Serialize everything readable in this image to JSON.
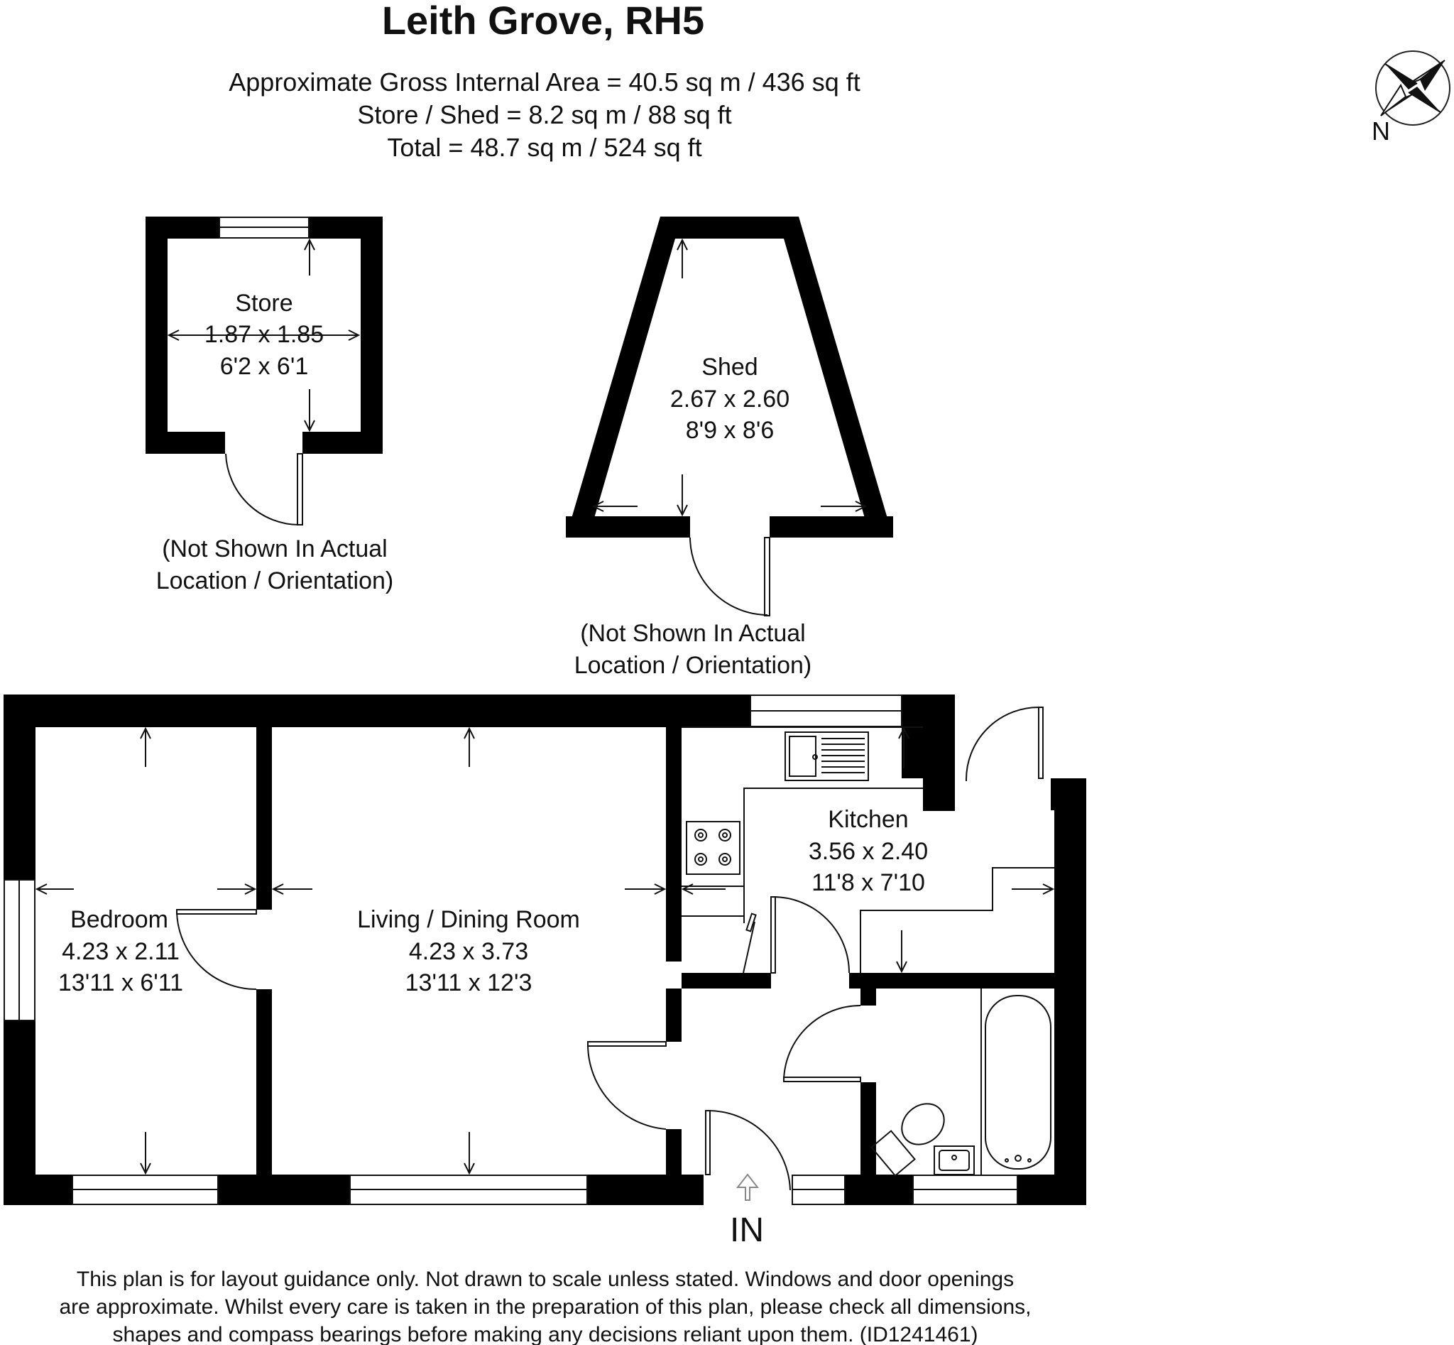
{
  "header": {
    "title": "Leith Grove, RH5",
    "area_lines": [
      "Approximate Gross Internal Area = 40.5 sq m / 436 sq ft",
      "Store / Shed = 8.2 sq m / 88 sq ft",
      "Total = 48.7 sq m / 524 sq ft"
    ]
  },
  "compass": {
    "label": "N",
    "icon": "compass-star-icon"
  },
  "rooms": {
    "store": {
      "name": "Store",
      "metric": "1.87 x 1.85",
      "imperial": "6'2 x 6'1"
    },
    "shed": {
      "name": "Shed",
      "metric": "2.67 x 2.60",
      "imperial": "8'9 x 8'6"
    },
    "kitchen": {
      "name": "Kitchen",
      "metric": "3.56 x 2.40",
      "imperial": "11'8 x 7'10"
    },
    "bedroom": {
      "name": "Bedroom",
      "metric": "4.23 x 2.11",
      "imperial": "13'11 x 6'11"
    },
    "living": {
      "name": "Living / Dining Room",
      "metric": "4.23 x 3.73",
      "imperial": "13'11 x 12'3"
    }
  },
  "notes": {
    "store_note": [
      "(Not Shown In Actual",
      "Location / Orientation)"
    ],
    "shed_note": [
      "(Not Shown In Actual",
      "Location / Orientation)"
    ]
  },
  "entrance": {
    "label": "IN"
  },
  "disclaimer": [
    "This plan is for layout guidance only. Not drawn to scale unless stated. Windows and door openings",
    "are approximate. Whilst every care is taken in the preparation of this plan, please check all dimensions,",
    "shapes and compass bearings before making any decisions reliant upon them. (ID1241461)"
  ]
}
